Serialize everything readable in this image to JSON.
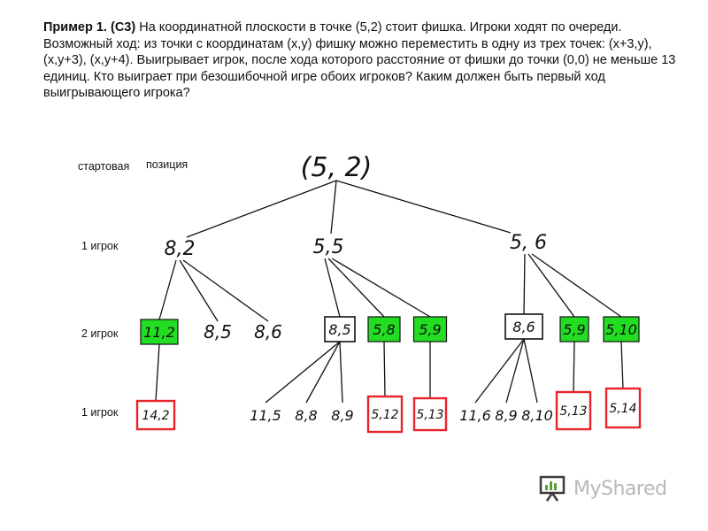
{
  "problem": {
    "title": "Пример 1. (С3)",
    "text": " На координатной плоскости в точке (5,2) стоит фишка. Игроки ходят по очереди. Возможный ход: из точки с координатам (x,y) фишку можно переместить в одну из трех точек: (x+3,y), (x,y+3), (x,y+4). Выигрывает игрок, после хода которого расстояние от фишки до точки (0,0) не меньше 13 единиц. Кто выиграет при безошибочной игре обоих игроков? Каким должен быть первый ход выигрывающего игрока?"
  },
  "labels": {
    "start": "стартовая",
    "position": "позиция",
    "level1": "1 игрок",
    "level2": "2 игрок",
    "level3": "1 игрок"
  },
  "tree": {
    "root": "(5, 2)",
    "level1": [
      "8,2",
      "5,5",
      "5, 6"
    ],
    "level2": [
      {
        "label": "11,2",
        "style": "green"
      },
      {
        "label": "8,5",
        "style": "none"
      },
      {
        "label": "8,6",
        "style": "none"
      },
      {
        "label": "8,5",
        "style": "box"
      },
      {
        "label": "5,8",
        "style": "green"
      },
      {
        "label": "5,9",
        "style": "green"
      },
      {
        "label": "8,6",
        "style": "box"
      },
      {
        "label": "5,9",
        "style": "green"
      },
      {
        "label": "5,10",
        "style": "green"
      }
    ],
    "level3": [
      {
        "label": "14,2",
        "style": "red"
      },
      {
        "label": "11,5",
        "style": "none"
      },
      {
        "label": "8,8",
        "style": "none"
      },
      {
        "label": "8,9",
        "style": "none"
      },
      {
        "label": "5,12",
        "style": "red"
      },
      {
        "label": "5,13",
        "style": "red"
      },
      {
        "label": "11,6",
        "style": "none"
      },
      {
        "label": "8,9",
        "style": "none"
      },
      {
        "label": "8,10",
        "style": "none"
      },
      {
        "label": "5,13",
        "style": "red"
      },
      {
        "label": "5,14",
        "style": "red"
      }
    ]
  },
  "colors": {
    "green": "#22dd22",
    "red": "#e8232a",
    "ink": "#111111"
  },
  "watermark": {
    "text": "MyShared",
    "icon": "presentation-board-icon"
  }
}
